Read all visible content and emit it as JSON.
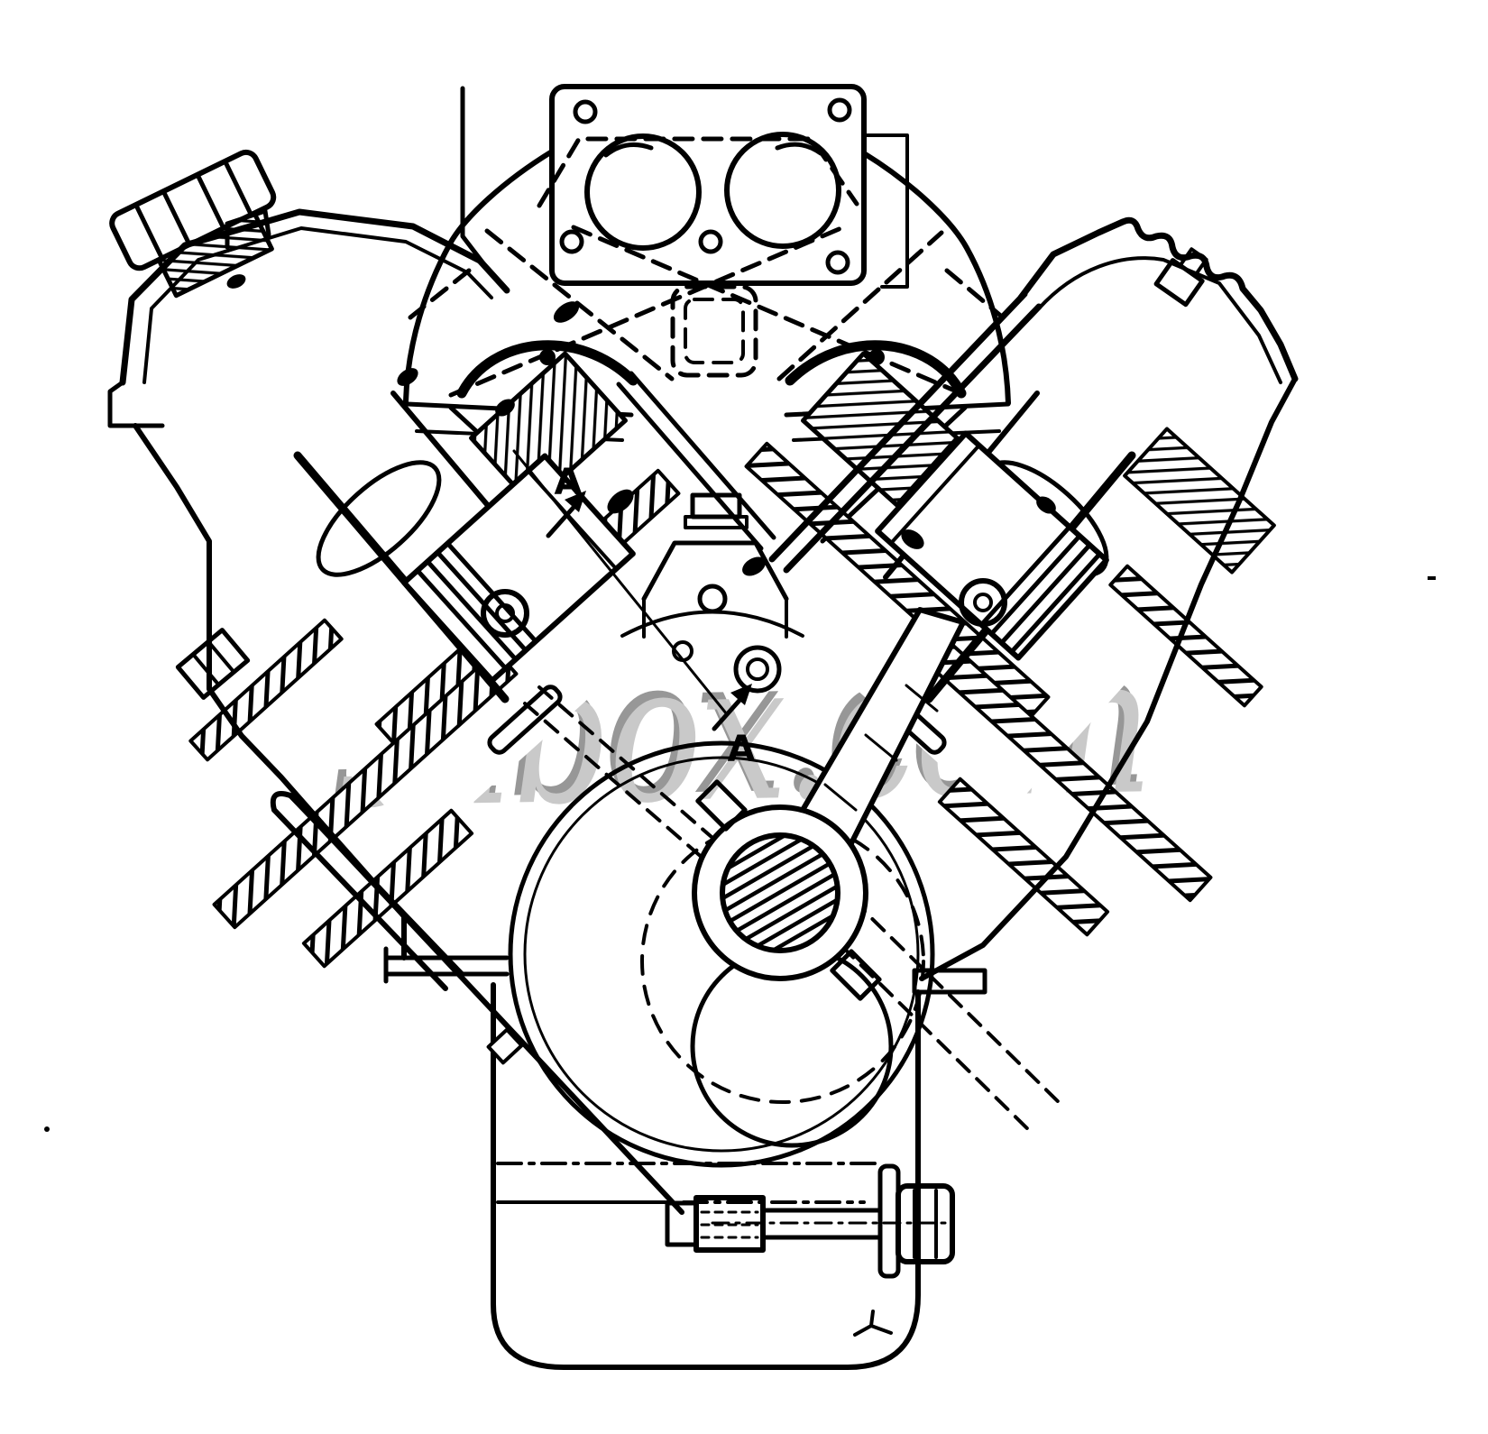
{
  "page": {
    "background_color": "#ffffff",
    "ink_color": "#000000"
  },
  "diagram": {
    "description": "Black-and-white cutaway cross-section line drawing of a V8 engine (front view): carburetor mounting pad, intake manifold with hidden dashed runners, angled cylinder banks with valve covers, oil filler cap, rocker arms, pushrods, valve springs, pistons, connecting rod on hatched crankshaft journal, crankcase circles, oil pan with drain plug and dipstick, section line A-A",
    "section_label_upper": "A",
    "section_label_lower": "A"
  },
  "watermark": {
    "text": "shbox.com",
    "fill_color": "#c9c9c9",
    "shadow_color": "#979797"
  }
}
